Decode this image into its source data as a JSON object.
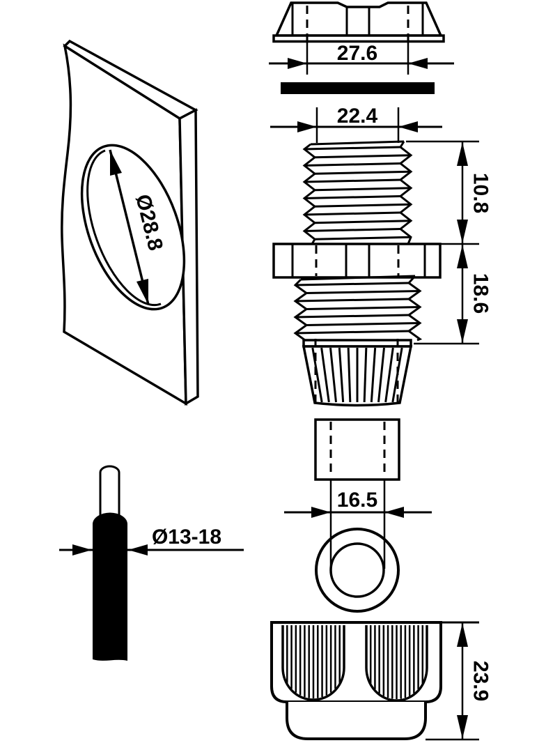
{
  "drawing": {
    "title": "cable-gland-assembly-dimensioned-drawing",
    "background_color": "#ffffff",
    "line_color": "#000000",
    "labels": {
      "panel_hole_diameter": "Ø28.8",
      "cable_diameter_range": "Ø13-18",
      "locknut_width": "27.6",
      "thread_outer_diameter": "22.4",
      "upper_thread_length": "10.8",
      "lower_body_length": "18.6",
      "seal_inner_diameter": "16.5",
      "cap_height": "23.9"
    }
  }
}
